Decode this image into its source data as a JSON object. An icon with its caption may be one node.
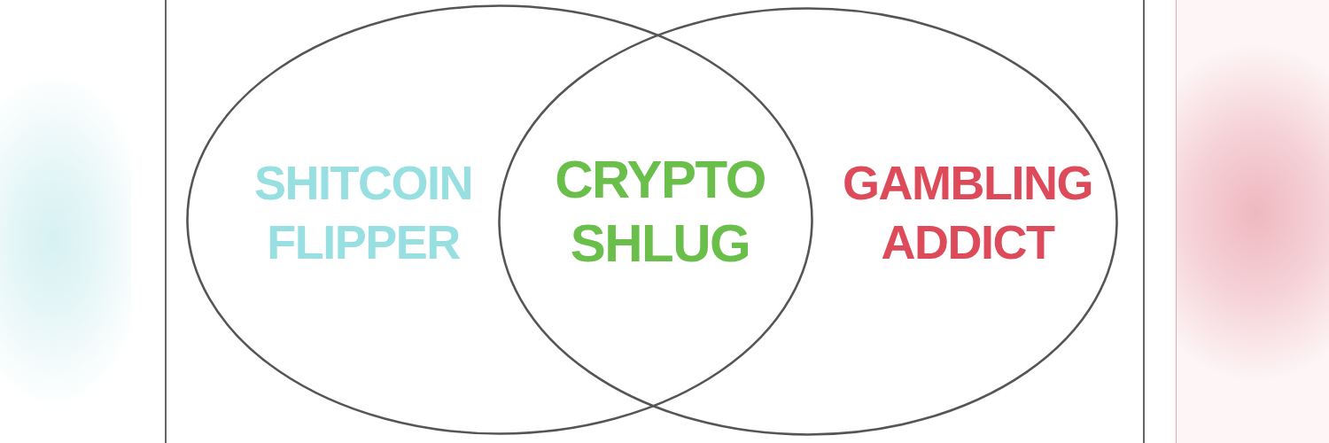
{
  "diagram": {
    "nodes": [
      {
        "text": [
          "SHITCOIN FLIPPER"
        ]
      },
      {
        "text": [
          "GAMBLING ADDICT"
        ]
      },
      {
        "text": [
          "CRYPTO SHLUG"
        ]
      }
    ]
  }
}
